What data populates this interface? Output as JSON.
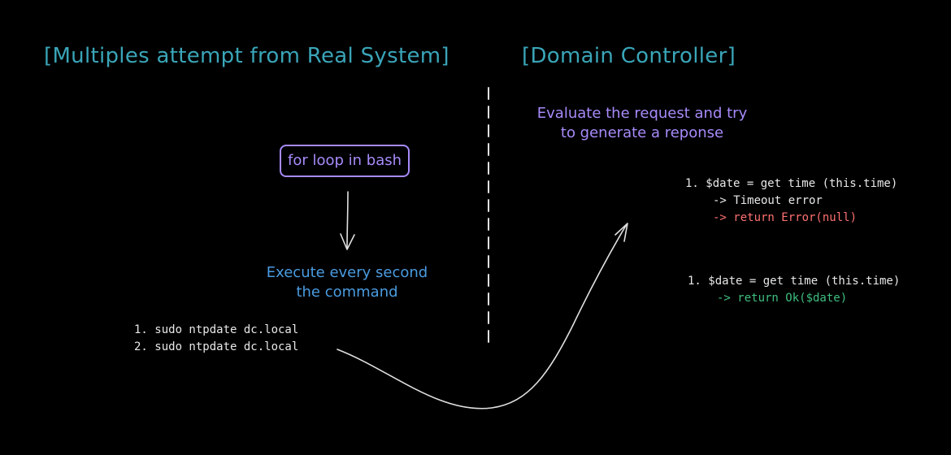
{
  "left": {
    "title": "[Multiples attempt from Real System]",
    "box_label": "for loop in bash",
    "execute_line1": "Execute every second",
    "execute_line2": "the command",
    "commands": [
      "1. sudo ntpdate dc.local",
      "2. sudo ntpdate dc.local"
    ]
  },
  "right": {
    "title": "[Domain Controller]",
    "eval_line1": "Evaluate the request and try",
    "eval_line2": "to generate a reponse",
    "case1": {
      "line1": "1. $date = get time (this.time)",
      "line2": "-> Timeout error",
      "line3": "-> return Error(null)"
    },
    "case2": {
      "line1": "1. $date = get time (this.time)",
      "line2": "-> return Ok($date)"
    }
  },
  "colors": {
    "title": "#3aa5b8",
    "purple": "#a78bfa",
    "blue": "#4a9be0",
    "error": "#ff7070",
    "ok": "#3fbf7f",
    "stroke": "#e0e0e0"
  }
}
